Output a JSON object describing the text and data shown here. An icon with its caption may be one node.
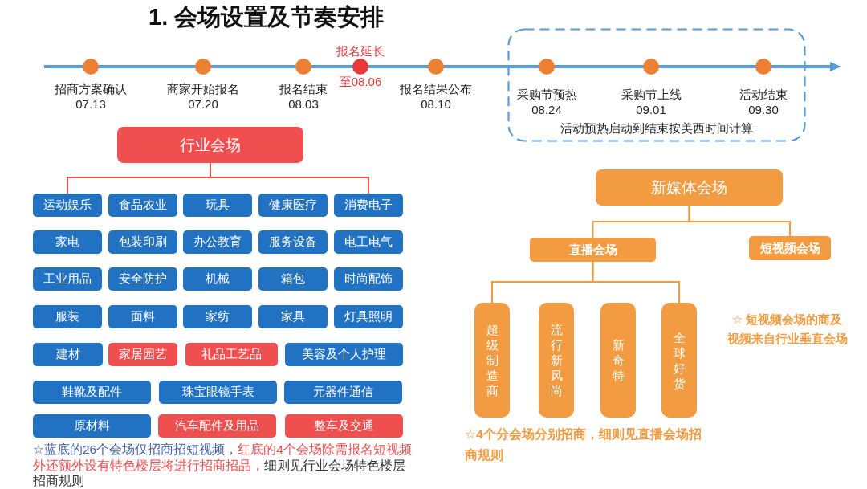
{
  "diagram": {
    "title": "1. 会场设置及节奏安排",
    "nodes": [
      {
        "text": [],
        "shape": "circle",
        "beside": [
          "招商方案确认",
          "07.13"
        ]
      },
      {
        "text": [],
        "shape": "circle",
        "beside": [
          "商家开始报名",
          "07.20"
        ]
      },
      {
        "text": [],
        "shape": "circle",
        "beside": [
          "报名结束",
          "08.03"
        ]
      },
      {
        "text": [],
        "shape": "circle",
        "beside": [
          "报名延长",
          "至08.06"
        ]
      },
      {
        "text": [],
        "shape": "circle",
        "beside": [
          "报名结果公布",
          "08.10"
        ]
      },
      {
        "text": [
          "活动预热启动到结束按美西时间计算"
        ]
      },
      {
        "text": [],
        "shape": "circle",
        "beside": [
          "采购节预热",
          "08.24"
        ],
        "in": 5
      },
      {
        "text": [],
        "shape": "circle",
        "beside": [
          "采购节上线",
          "09.01"
        ],
        "in": 5
      },
      {
        "text": [],
        "shape": "circle",
        "beside": [
          "活动结束",
          "09.30"
        ],
        "in": 5
      },
      {
        "text": [
          "行业会场"
        ]
      },
      {
        "text": [
          "运动娱乐"
        ]
      },
      {
        "text": [
          "食品农业"
        ]
      },
      {
        "text": [
          "玩具"
        ]
      },
      {
        "text": [
          "健康医疗"
        ]
      },
      {
        "text": [
          "消费电子"
        ]
      },
      {
        "text": [
          "家电"
        ]
      },
      {
        "text": [
          "包装印刷"
        ]
      },
      {
        "text": [
          "办公教育"
        ]
      },
      {
        "text": [
          "服务设备"
        ]
      },
      {
        "text": [
          "电工电气"
        ]
      },
      {
        "text": [
          "工业用品"
        ]
      },
      {
        "text": [
          "安全防护"
        ]
      },
      {
        "text": [
          "机械"
        ]
      },
      {
        "text": [
          "箱包"
        ]
      },
      {
        "text": [
          "时尚配饰"
        ]
      },
      {
        "text": [
          "服装"
        ]
      },
      {
        "text": [
          "面料"
        ]
      },
      {
        "text": [
          "家纺"
        ]
      },
      {
        "text": [
          "家具"
        ]
      },
      {
        "text": [
          "灯具照明"
        ]
      },
      {
        "text": [
          "建材"
        ]
      },
      {
        "text": [
          "家居园艺"
        ]
      },
      {
        "text": [
          "礼品工艺品"
        ]
      },
      {
        "text": [
          "美容及个人护理"
        ]
      },
      {
        "text": [
          "鞋靴及配件"
        ]
      },
      {
        "text": [
          "珠宝眼镜手表"
        ]
      },
      {
        "text": [
          "元器件通信"
        ]
      },
      {
        "text": [
          "原材料"
        ]
      },
      {
        "text": [
          "汽车配件及用品"
        ]
      },
      {
        "text": [
          "整车及交通"
        ]
      },
      {
        "text": [
          "新媒体会场"
        ]
      },
      {
        "text": [
          "直播会场"
        ]
      },
      {
        "text": [
          "短视频会场"
        ]
      },
      {
        "text": [
          "超级制造商"
        ]
      },
      {
        "text": [
          "流行新风尚"
        ]
      },
      {
        "text": [
          "新奇特"
        ]
      },
      {
        "text": [
          "全球好货"
        ]
      }
    ],
    "edges": [
      {
        "from": 9,
        "to": 10,
        "arrow": "none",
        "color": "#ef5350"
      },
      {
        "from": 9,
        "to": 14,
        "arrow": "none",
        "color": "#ef5350"
      },
      {
        "from": 40,
        "to": 41,
        "arrow": "none"
      },
      {
        "from": 40,
        "to": 42,
        "arrow": "none"
      },
      {
        "from": 41,
        "to": 43,
        "arrow": "none"
      },
      {
        "from": 41,
        "to": 46,
        "arrow": "none"
      }
    ],
    "labels": [
      "☆ 短视频会场的商及视频来自行业垂直会场",
      "☆4个分会场分别招商，细则见直播会场招商规则",
      "☆蓝底的26个会场仅招商招短视频，",
      "红底的4个会场除需报名短视频外还额外设有特色楼层将进行招商招品，",
      "细则见行业会场特色楼层招商规则"
    ]
  }
}
